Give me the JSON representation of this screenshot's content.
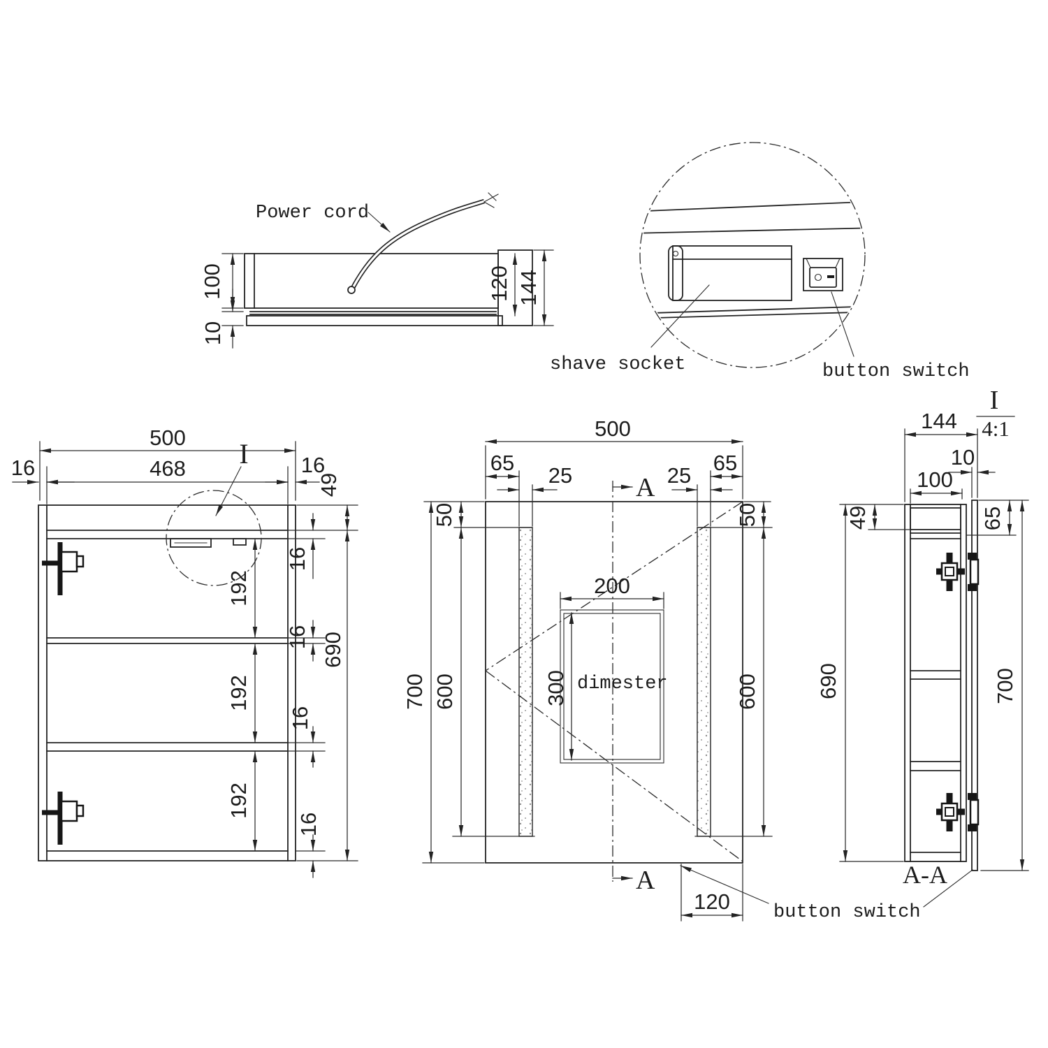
{
  "labels": {
    "power_cord": "Power cord",
    "shave_socket": "shave socket",
    "button_switch": "button switch",
    "demister_text": "dimester",
    "section_letter": "A",
    "section_name": "A-A",
    "detail_letter": "I",
    "detail_scale": "4:1"
  },
  "top_view": {
    "interior_depth": "100",
    "back_panel": "10",
    "body_depth": "120",
    "overall_depth": "144"
  },
  "front_open_view": {
    "overall_width": "500",
    "interior_width": "468",
    "wall_thickness": "16",
    "top_height": "49",
    "shelf_thickness": "16",
    "shelf_gap": "192",
    "interior_height": "690"
  },
  "front_mirror_view": {
    "overall_width": "500",
    "edge_to_strip": "65",
    "strip_width": "25",
    "strip_top_offset": "50",
    "demister_width": "200",
    "demister_height": "300",
    "strip_height": "600",
    "overall_height": "700",
    "switch_offset": "120"
  },
  "side_section_view": {
    "overall_depth": "144",
    "door_thickness": "10",
    "interior_depth": "100",
    "top_height": "49",
    "top_band": "65",
    "body_height": "690",
    "overall_height": "700"
  }
}
